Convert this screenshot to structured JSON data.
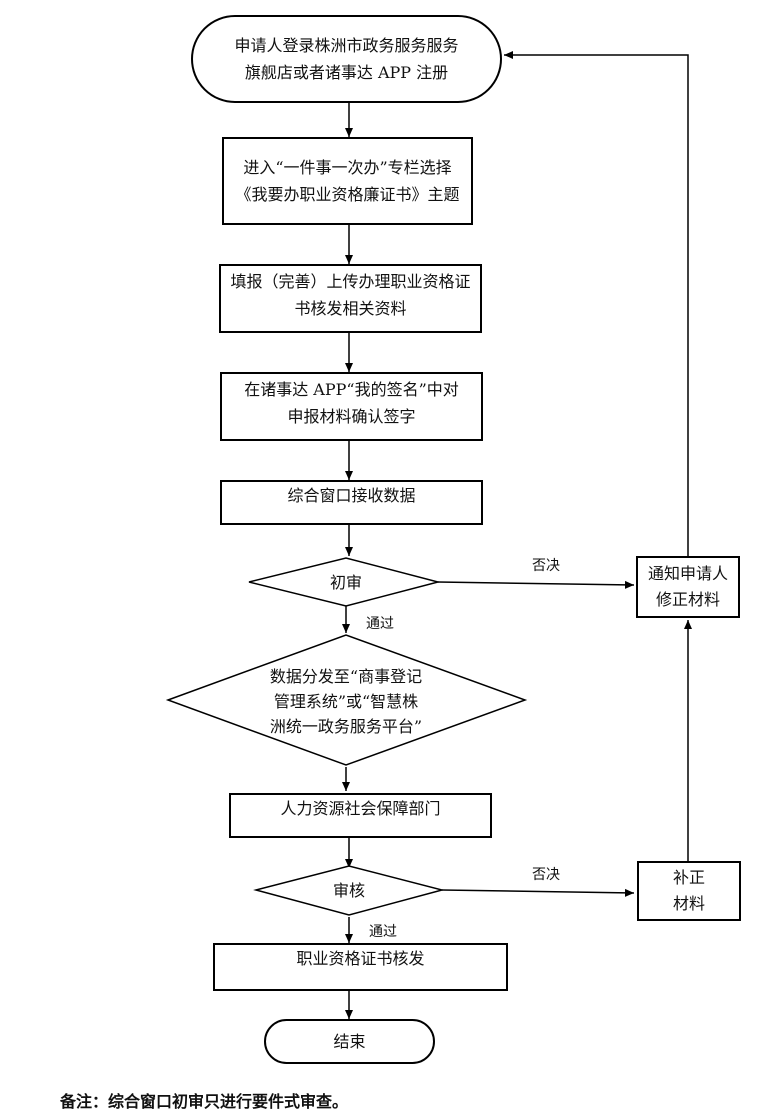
{
  "flowchart": {
    "start": {
      "line1": "申请人登录株洲市政务服务服务",
      "line2": "旗舰店或者诸事达 APP 注册"
    },
    "step_enter": {
      "line1": "进入“一件事一次办”专栏选择",
      "line2": "《我要办职业资格廉证书》主题"
    },
    "step_fill": {
      "line1": "填报（完善）上传办理职业资格证",
      "line2": "书核发相关资料"
    },
    "step_sign": {
      "line1": "在诸事达 APP“我的签名”中对",
      "line2": "申报材料确认签字"
    },
    "step_receive": {
      "text": "综合窗口接收数据"
    },
    "decision_initial": {
      "text": "初审"
    },
    "decision_dispatch": {
      "line1": "数据分发至“商事登记",
      "line2": "管理系统”或“智慧株",
      "line3": "洲统一政务服务平台”"
    },
    "step_hr": {
      "text": "人力资源社会保障部门"
    },
    "decision_review": {
      "text": "审核"
    },
    "step_issue": {
      "text": "职业资格证书核发"
    },
    "end": {
      "text": "结束"
    },
    "side_notify": {
      "line1": "通知申请人",
      "line2": "修正材料"
    },
    "side_supplement": {
      "line1": "补正",
      "line2": "材料"
    },
    "labels": {
      "reject1": "否决",
      "pass1": "通过",
      "reject2": "否决",
      "pass2": "通过"
    }
  },
  "note": "备注：综合窗口初审只进行要件式审查。"
}
